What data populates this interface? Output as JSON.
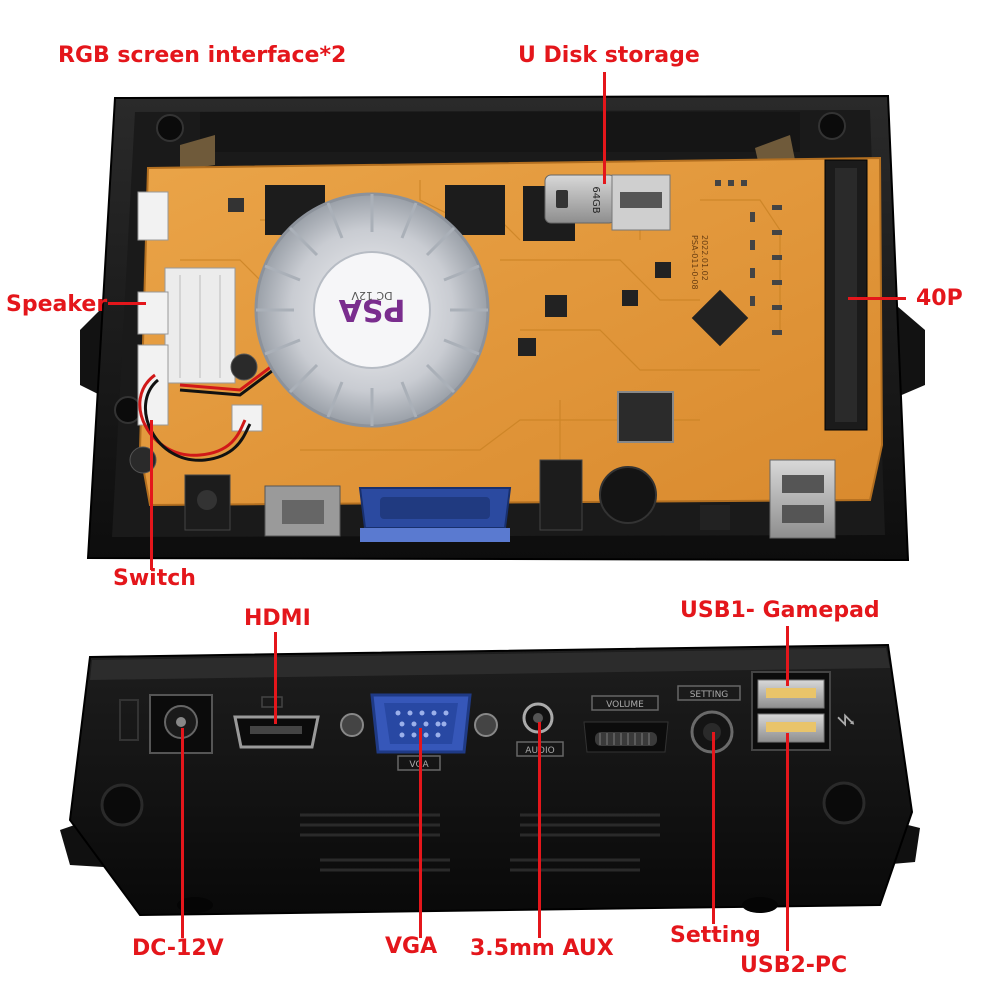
{
  "callouts": {
    "rgb_screen": "RGB screen interface*2",
    "u_disk": "U Disk storage",
    "speaker": "Speaker",
    "forty_p": "40P",
    "switch": "Switch",
    "hdmi": "HDMI",
    "usb1": "USB1- Gamepad",
    "dc12v": "DC-12V",
    "vga": "VGA",
    "aux": "3.5mm AUX",
    "setting": "Setting",
    "usb2": "USB2-PC"
  },
  "board_print": {
    "fan_brand": "PSA",
    "fan_voltage": "DC 12V",
    "usb_stick": "64GB",
    "pcb_code": "PSA-011-0-08",
    "pcb_date": "2022.01.02"
  },
  "panel_print": {
    "vga": "VGA",
    "audio": "AUDIO",
    "volume": "VOLUME",
    "setting": "SETTING"
  },
  "colors": {
    "callout_red": "#e4161b",
    "pcb_orange": "#e39a3c",
    "case_black": "#141414"
  }
}
